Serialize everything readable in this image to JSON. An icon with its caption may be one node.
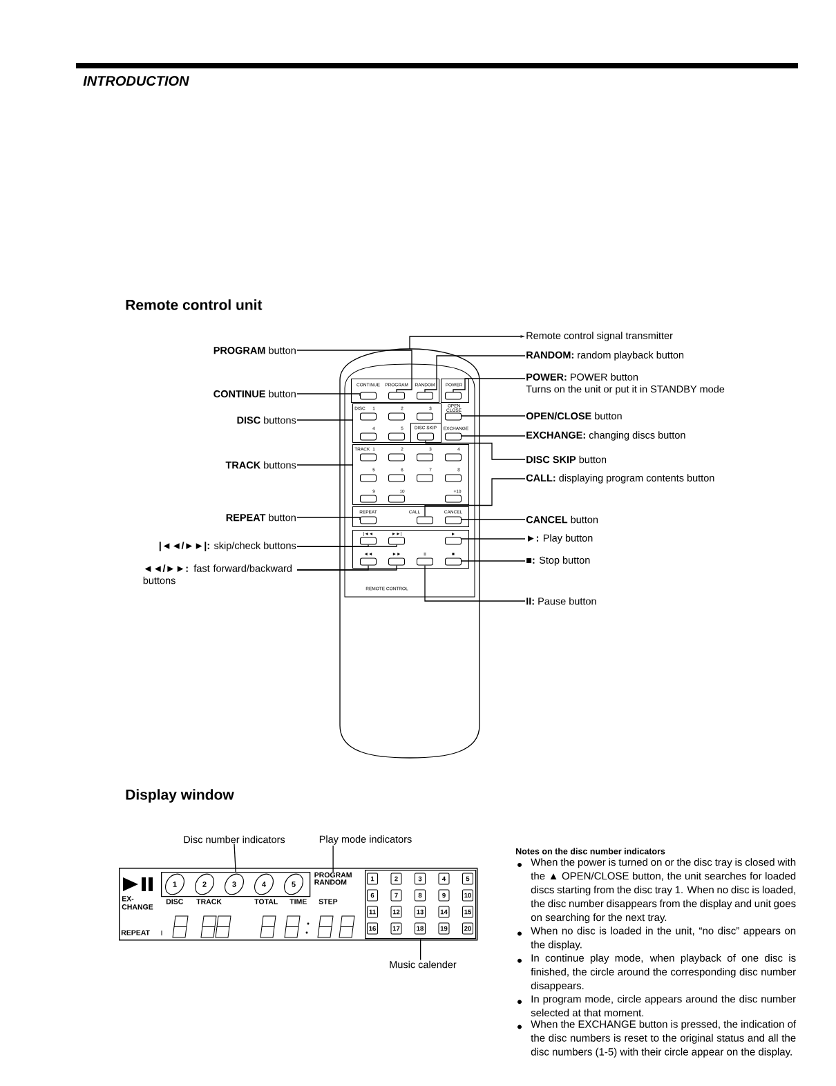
{
  "diagram": {
    "title": "INTRODUCTION",
    "nodes": [
      {
        "text": [
          "**PROGRAM** button"
        ]
      },
      {
        "text": [
          "**CONTINUE** button"
        ]
      },
      {
        "text": [
          "**DISC** buttons"
        ]
      },
      {
        "text": [
          "**TRACK** buttons"
        ]
      },
      {
        "text": [
          "**REPEAT** button"
        ]
      },
      {
        "text": [
          "**|◄◄/►►|:** skip/check buttons"
        ]
      },
      {
        "text": [
          "**◄◄/►►:** fast forward/backward buttons"
        ]
      },
      {
        "text": [
          "Remote control signal transmitter"
        ]
      },
      {
        "text": [
          "**RANDOM:** random playback button"
        ]
      },
      {
        "text": [
          "**POWER:** POWER  button",
          "Turns on the unit or put it in STANDBY mode"
        ]
      },
      {
        "text": [
          "**OPEN/CLOSE** button"
        ]
      },
      {
        "text": [
          "**EXCHANGE:** changing discs button"
        ]
      },
      {
        "text": [
          "**DISC SKIP** button"
        ]
      },
      {
        "text": [
          "**CALL:** displaying program contents button"
        ]
      },
      {
        "text": [
          "**CANCEL** button"
        ]
      },
      {
        "text": [
          "**►:** Play button"
        ]
      },
      {
        "text": [
          "**■:** Stop button"
        ]
      },
      {
        "text": [
          "**II:** Pause button"
        ]
      },
      {
        "text": [],
        "shape": "remote"
      },
      {
        "text": [
          "CONTINUE",
          "PROGRAM",
          "RANDOM"
        ],
        "in": 18
      },
      {
        "text": [],
        "shape": "box",
        "in": 19
      },
      {
        "text": [],
        "shape": "box",
        "in": 19
      },
      {
        "text": [],
        "shape": "box",
        "in": 19
      },
      {
        "text": [
          "POWER"
        ],
        "in": 18
      },
      {
        "text": [],
        "shape": "box",
        "in": 23
      },
      {
        "text": [
          "DISC",
          "1",
          "2",
          "3",
          "4",
          "5"
        ],
        "in": 18
      },
      {
        "text": [
          "DISC SKIP"
        ],
        "in": 25
      },
      {
        "text": [],
        "shape": "box",
        "in": 26
      },
      {
        "text": [],
        "shape": "box",
        "in": 18
      },
      {
        "text": [],
        "shape": "box",
        "in": 18
      },
      {
        "text": [
          "TRACK",
          "1",
          "2",
          "3",
          "4",
          "5",
          "6",
          "7",
          "8",
          "9",
          "10",
          "+10"
        ],
        "in": 18
      },
      {
        "text": [
          "REPEAT",
          "CALL",
          "CANCEL"
        ],
        "in": 18
      },
      {
        "text": [],
        "shape": "box",
        "in": 31
      },
      {
        "text": [],
        "shape": "box",
        "in": 31
      },
      {
        "text": [],
        "shape": "box",
        "in": 31
      },
      {
        "text": [
          "|◄◄",
          "►►|",
          "►",
          "◄◄",
          "►►",
          "II",
          "■"
        ],
        "in": 18
      },
      {
        "text": [],
        "shape": "box",
        "in": 35
      },
      {
        "text": [],
        "shape": "box",
        "in": 35
      },
      {
        "text": [],
        "shape": "box",
        "in": 35
      },
      {
        "text": [],
        "shape": "box",
        "in": 35
      },
      {
        "text": [],
        "shape": "box",
        "in": 35
      },
      {
        "text": [],
        "shape": "box",
        "in": 35
      },
      {
        "text": [],
        "shape": "box",
        "in": 35
      },
      {
        "text": [
          "Disc number indicators"
        ]
      },
      {
        "text": [
          "Play mode indicators"
        ]
      },
      {
        "text": [
          "EX- CHANGE",
          "DISC",
          "TRACK",
          "TOTAL",
          "TIME",
          "STEP",
          "REPEAT"
        ]
      },
      {
        "text": [
          "1",
          "2",
          "3",
          "4",
          "5"
        ],
        "in": 45
      },
      {
        "text": [
          "PROGRAM",
          "RANDOM"
        ],
        "in": 45
      },
      {
        "text": [
          "1",
          "2",
          "3",
          "4",
          "5",
          "6",
          "7",
          "8",
          "9",
          "10",
          "11",
          "12",
          "13",
          "14",
          "15",
          "16",
          "17",
          "18",
          "19",
          "20"
        ],
        "in": 45
      },
      {
        "text": [
          "Music calender"
        ]
      }
    ],
    "edges": [
      {
        "from": 0,
        "to": 21,
        "arrow": "none"
      },
      {
        "from": 1,
        "to": 20,
        "arrow": "none"
      },
      {
        "from": 2,
        "to": 25,
        "arrow": "none"
      },
      {
        "from": 3,
        "to": 30,
        "arrow": "none"
      },
      {
        "from": 4,
        "to": 32,
        "arrow": "none"
      },
      {
        "from": 5,
        "to": 36,
        "arrow": "none"
      },
      {
        "from": 5,
        "to": 37,
        "arrow": "none"
      },
      {
        "from": 6,
        "to": 39,
        "arrow": "none"
      },
      {
        "from": 6,
        "to": 40,
        "arrow": "none"
      },
      {
        "from": 18,
        "to": 7,
        "arrow": "to"
      },
      {
        "from": 8,
        "to": 22,
        "arrow": "none"
      },
      {
        "from": 9,
        "to": 24,
        "arrow": "none"
      },
      {
        "from": 10,
        "to": 28,
        "arrow": "none"
      },
      {
        "from": 11,
        "to": 29,
        "arrow": "none"
      },
      {
        "from": 12,
        "to": 27,
        "arrow": "none"
      },
      {
        "from": 13,
        "to": 33,
        "arrow": "none"
      },
      {
        "from": 14,
        "to": 34,
        "arrow": "none"
      },
      {
        "from": 15,
        "to": 38,
        "arrow": "none"
      },
      {
        "from": 16,
        "to": 42,
        "arrow": "none"
      },
      {
        "from": 17,
        "to": 41,
        "arrow": "none"
      },
      {
        "from": 43,
        "to": 46,
        "arrow": "none"
      },
      {
        "from": 44,
        "to": 47,
        "arrow": "none"
      },
      {
        "from": 49,
        "to": 48,
        "arrow": "none"
      }
    ],
    "labels": [
      "Remote control unit",
      "OPEN CLOSE",
      "EXCHANGE",
      "REMOTE CONTROL",
      "Display window",
      "Notes on the disc number indicators",
      "When the power is turned on or the disc tray is closed with the ▲ OPEN/CLOSE button, the unit searches for loaded discs starting from the disc tray 1. When no disc is loaded, the disc number disappears from the display and unit goes on searching for the next tray.",
      "When no disc is loaded in the unit, “no disc” appears on the display.",
      "In continue play mode, when playback of one disc is finished, the circle around the corresponding disc number disappears.",
      "In program mode, circle appears around the disc number selected at that moment.",
      "When the EXCHANGE button is pressed, the indication of the disc numbers is reset to the original status and all the disc numbers (1-5) with their circle appear on the display."
    ]
  }
}
